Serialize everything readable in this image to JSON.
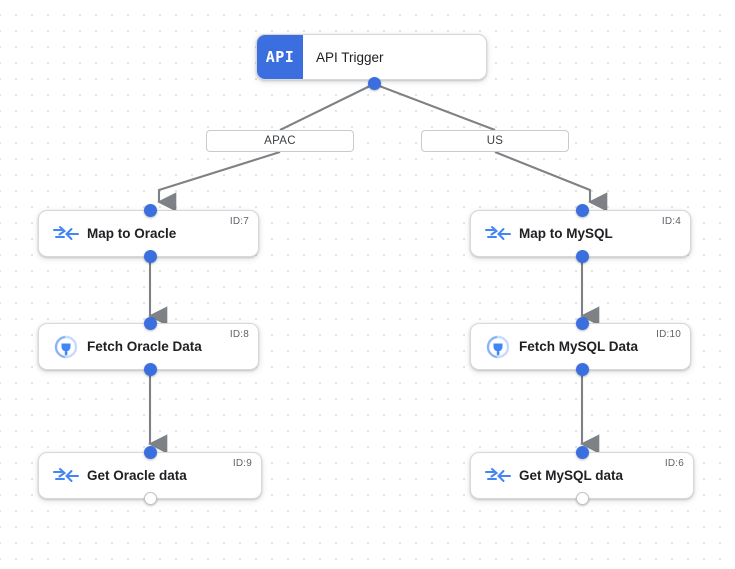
{
  "canvas": {
    "background_color": "#ffffff",
    "grid_dot_color": "#e3e3e6",
    "grid_spacing": 16
  },
  "colors": {
    "accent_blue": "#3b6fe0",
    "port_blue": "#3b6fe0",
    "edge_gray": "#7e8185",
    "node_border": "#d6d8dc",
    "node_fill": "#ffffff",
    "text_primary": "#202124",
    "text_secondary": "#5f6368"
  },
  "trigger": {
    "badge_label": "API",
    "title": "API Trigger",
    "badge_icon": "api-badge-icon"
  },
  "branches": [
    {
      "label": "APAC",
      "side": "left"
    },
    {
      "label": "US",
      "side": "right"
    }
  ],
  "nodes": [
    {
      "title": "Map to Oracle",
      "id_label": "ID:7",
      "icon": "map-arrows-icon",
      "column": "left",
      "row": 0
    },
    {
      "title": "Fetch Oracle Data",
      "id_label": "ID:8",
      "icon": "connector-plug-icon",
      "column": "left",
      "row": 1
    },
    {
      "title": "Get Oracle data",
      "id_label": "ID:9",
      "icon": "map-arrows-icon",
      "column": "left",
      "row": 2
    },
    {
      "title": "Map to MySQL",
      "id_label": "ID:4",
      "icon": "map-arrows-icon",
      "column": "right",
      "row": 0
    },
    {
      "title": "Fetch MySQL Data",
      "id_label": "ID:10",
      "icon": "connector-plug-icon",
      "column": "right",
      "row": 1
    },
    {
      "title": "Get MySQL data",
      "id_label": "ID:6",
      "icon": "map-arrows-icon",
      "column": "right",
      "row": 2
    }
  ]
}
